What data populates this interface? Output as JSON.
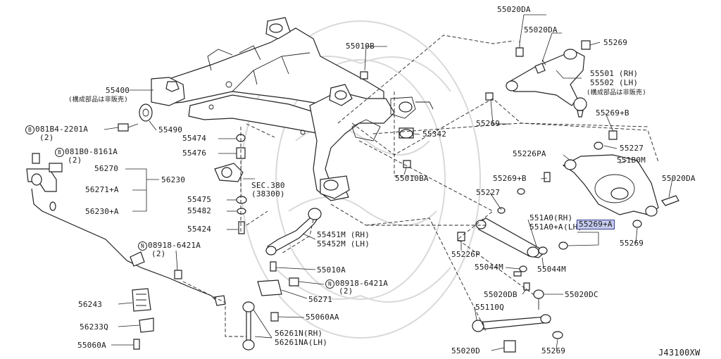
{
  "labels": {
    "p55020DA_a": "55020DA",
    "p55020DA_b": "55020DA",
    "p55269_a": "55269",
    "p55010B": "55010B",
    "p55501": "55501 (RH)",
    "p55502": "55502 (LH)",
    "note_right": "(構成部品は非販売)",
    "p55400": "55400",
    "note_left": "(構成部品は非販売)",
    "p55269_b": "55269",
    "p55269B_a": "55269+B",
    "p55490": "55490",
    "p55342": "55342",
    "p081B4_num": "081B4-2201A",
    "p081B4_qty": "(2)",
    "p55474": "55474",
    "p55227_a": "55227",
    "p55476": "55476",
    "p55226PA": "55226PA",
    "p551B0M": "551B0M",
    "p081B0_num": "081B0-8161A",
    "p081B0_qty": "(2)",
    "p56270": "56270",
    "p55010BA": "55010BA",
    "p55269B_b": "55269+B",
    "p55020DA_c": "55020DA",
    "p56230": "56230",
    "sec380": "SEC.380",
    "sec38300": "(38300)",
    "p56271A": "56271+A",
    "p55227_b": "55227",
    "p55475": "55475",
    "p55482": "55482",
    "p56230A": "56230+A",
    "p551A0": "551A0",
    "rh1": "(RH)",
    "p551A0A": "551A0+A",
    "lh1": "(LH)",
    "p55269A": "55269+A",
    "p55424": "55424",
    "p55451M": "55451M (RH)",
    "p55452M": "55452M (LH)",
    "p55226P": "55226P",
    "p55269_c": "55269",
    "p08918_a_num": "08918-6421A",
    "p08918_a_qty": "(2)",
    "p55044M_a": "55044M",
    "p55044M_b": "55044M",
    "p55010A": "55010A",
    "p08918_b_num": "08918-6421A",
    "p08918_b_qty": "(2)",
    "p55020DB": "55020DB",
    "p55020DC": "55020DC",
    "p56243": "56243",
    "p56271": "56271",
    "p55110Q": "55110Q",
    "p55060AA": "55060AA",
    "p56233Q": "56233Q",
    "p56261N": "56261N(RH)",
    "p56261NA": "56261NA(LH)",
    "p55060A": "55060A",
    "p55020D": "55020D",
    "p55269_d": "55269",
    "code": "J43100XW"
  },
  "prefix": {
    "bolt": "B",
    "nut": "N"
  },
  "highlight": {
    "part": "55269+A",
    "color": "#c5cbee"
  }
}
